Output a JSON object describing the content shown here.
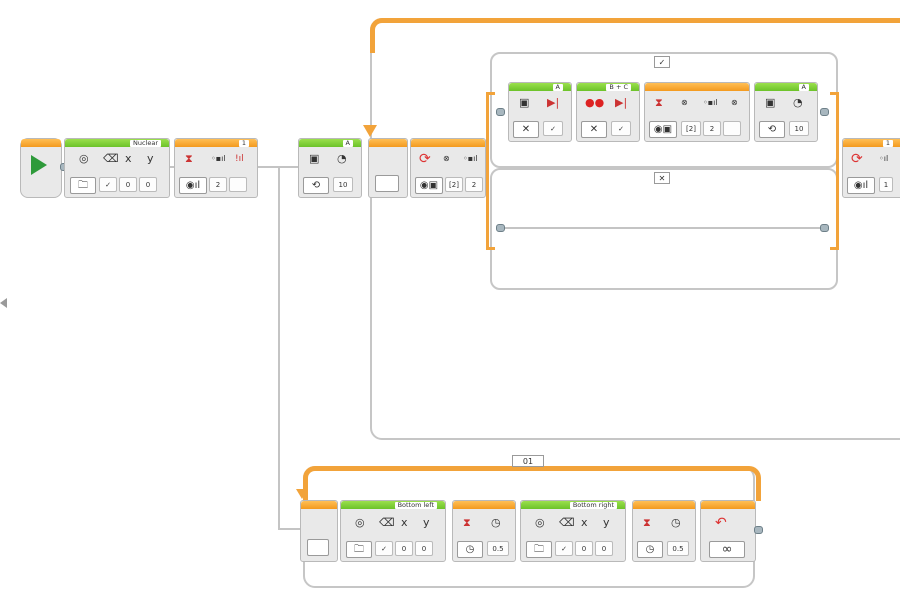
{
  "colors": {
    "action_green": "#6cc22a",
    "flow_orange": "#f39a1f",
    "wire_gray": "#c4c4c4"
  },
  "start": {
    "icon": "play-icon"
  },
  "display_nuclear": {
    "label": "Nuclear",
    "x": "x",
    "y": "y",
    "x_val": "0",
    "y_val": "0"
  },
  "wait_1": {
    "label": "1",
    "val": "2"
  },
  "motor_a_1": {
    "label": "A",
    "val": "10"
  },
  "loop_main": {
    "counter": "",
    "tf_val": "[2]",
    "val": "2"
  },
  "switch": {
    "true_tab": "✓",
    "false_tab": "✕",
    "row1": [
      {
        "label": "A"
      },
      {
        "label": "B + C"
      },
      {
        "label": "",
        "val1": "[2]",
        "val2": "2"
      },
      {
        "label": "A",
        "val": "10"
      }
    ]
  },
  "right_wait": {
    "label": "1",
    "val": "1"
  },
  "loop2": {
    "label": "01",
    "blocks": [
      {
        "label": "Bottom left",
        "x": "x",
        "y": "y",
        "x_val": "0",
        "y_val": "0"
      },
      {
        "val": "0.5"
      },
      {
        "label": "Bottom right",
        "x": "x",
        "y": "y",
        "x_val": "0",
        "y_val": "0"
      },
      {
        "val": "0.5"
      },
      {
        "mode": "∞"
      }
    ]
  }
}
